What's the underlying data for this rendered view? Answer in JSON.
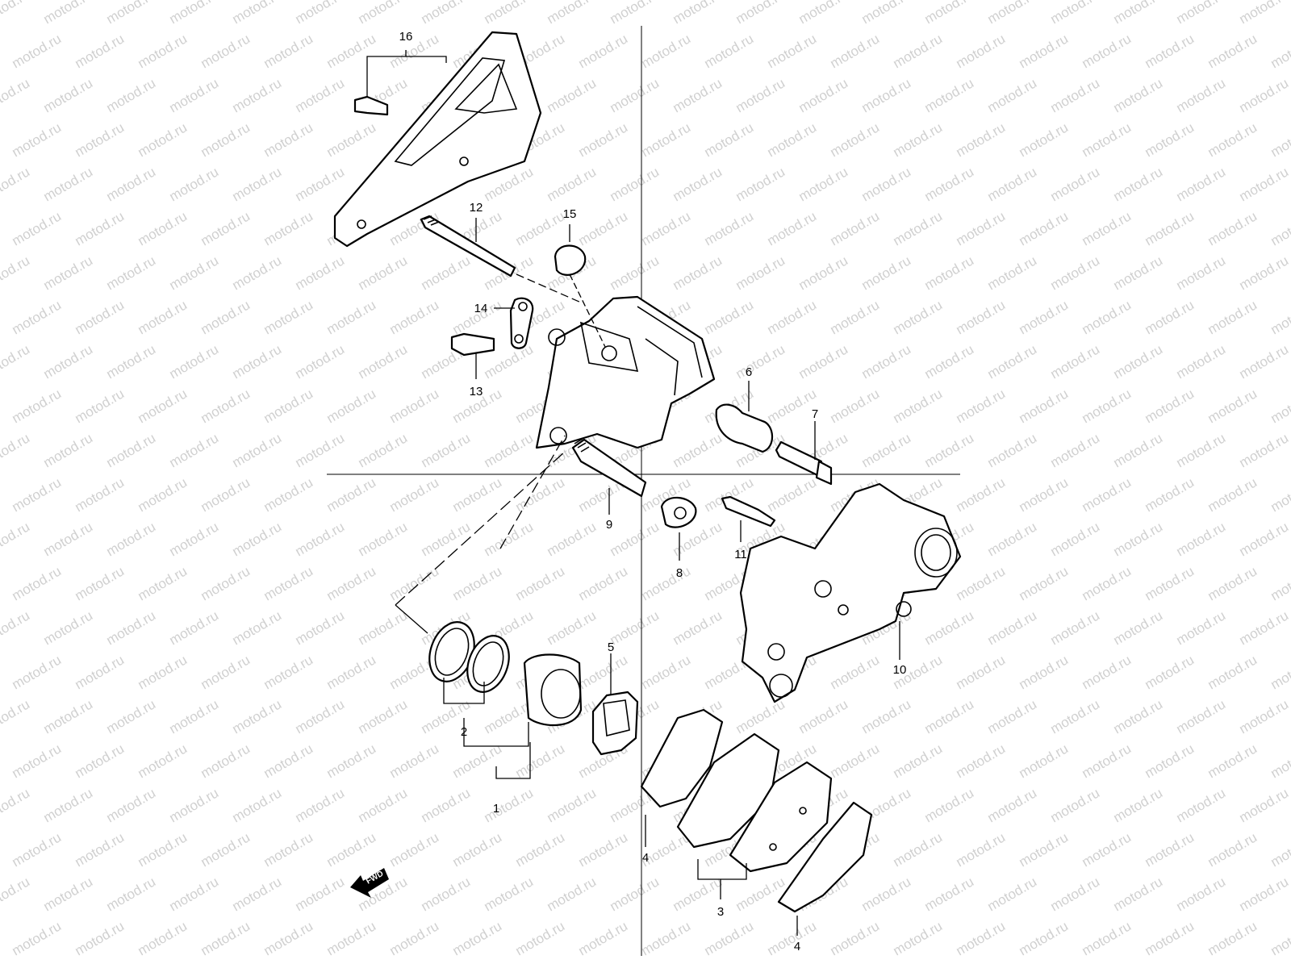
{
  "watermark": {
    "text": "motod.ru"
  },
  "fwd_label": "FWD",
  "callouts": [
    {
      "id": "16",
      "label": "16"
    },
    {
      "id": "12",
      "label": "12"
    },
    {
      "id": "15",
      "label": "15"
    },
    {
      "id": "14",
      "label": "14"
    },
    {
      "id": "13",
      "label": "13"
    },
    {
      "id": "6",
      "label": "6"
    },
    {
      "id": "7",
      "label": "7"
    },
    {
      "id": "9",
      "label": "9"
    },
    {
      "id": "8",
      "label": "8"
    },
    {
      "id": "11",
      "label": "11"
    },
    {
      "id": "10",
      "label": "10"
    },
    {
      "id": "5",
      "label": "5"
    },
    {
      "id": "2",
      "label": "2"
    },
    {
      "id": "1",
      "label": "1"
    },
    {
      "id": "4a",
      "label": "4"
    },
    {
      "id": "3",
      "label": "3"
    },
    {
      "id": "4b",
      "label": "4"
    }
  ]
}
